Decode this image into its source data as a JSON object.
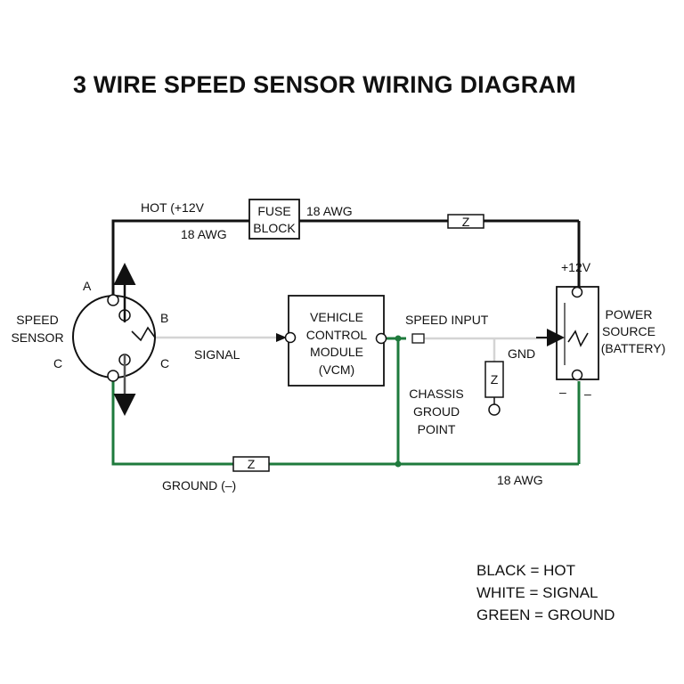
{
  "title": "3 WIRE SPEED SENSOR WIRING DIAGRAM",
  "colors": {
    "hot": "#111111",
    "signal": "#d4d4d4",
    "ground": "#1e7a3c"
  },
  "sensor": {
    "label_line1": "SPEED",
    "label_line2": "SENSOR",
    "pin_a": "A",
    "pin_b": "B",
    "pin_c_left": "C",
    "pin_c_right": "C"
  },
  "hot_wire": {
    "label": "HOT (+12V",
    "gauge_left": "18 AWG",
    "gauge_right": "18 AWG"
  },
  "fuse_block": {
    "line1": "FUSE",
    "line2": "BLOCK"
  },
  "signal_wire": {
    "label": "SIGNAL"
  },
  "vcm": {
    "line1": "VEHICLE",
    "line2": "CONTROL",
    "line3": "MODULE",
    "line4": "(VCM)"
  },
  "speed_input": {
    "label": "SPEED INPUT"
  },
  "chassis": {
    "line1": "CHASSIS",
    "line2": "GROUD",
    "line3": "POINT"
  },
  "battery": {
    "line1": "POWER",
    "line2": "SOURCE",
    "line3": "(BATTERY)",
    "positive": "+12V",
    "gnd_label": "GND",
    "minus_left": "–",
    "minus_right": "–"
  },
  "ground_wire": {
    "label": "GROUND (–)",
    "gauge": "18 AWG"
  },
  "legend": {
    "black": "BLACK = HOT",
    "white": "WHITE = SIGNAL",
    "green": "GREEN = GROUND"
  },
  "resistor_symbol": "Z"
}
